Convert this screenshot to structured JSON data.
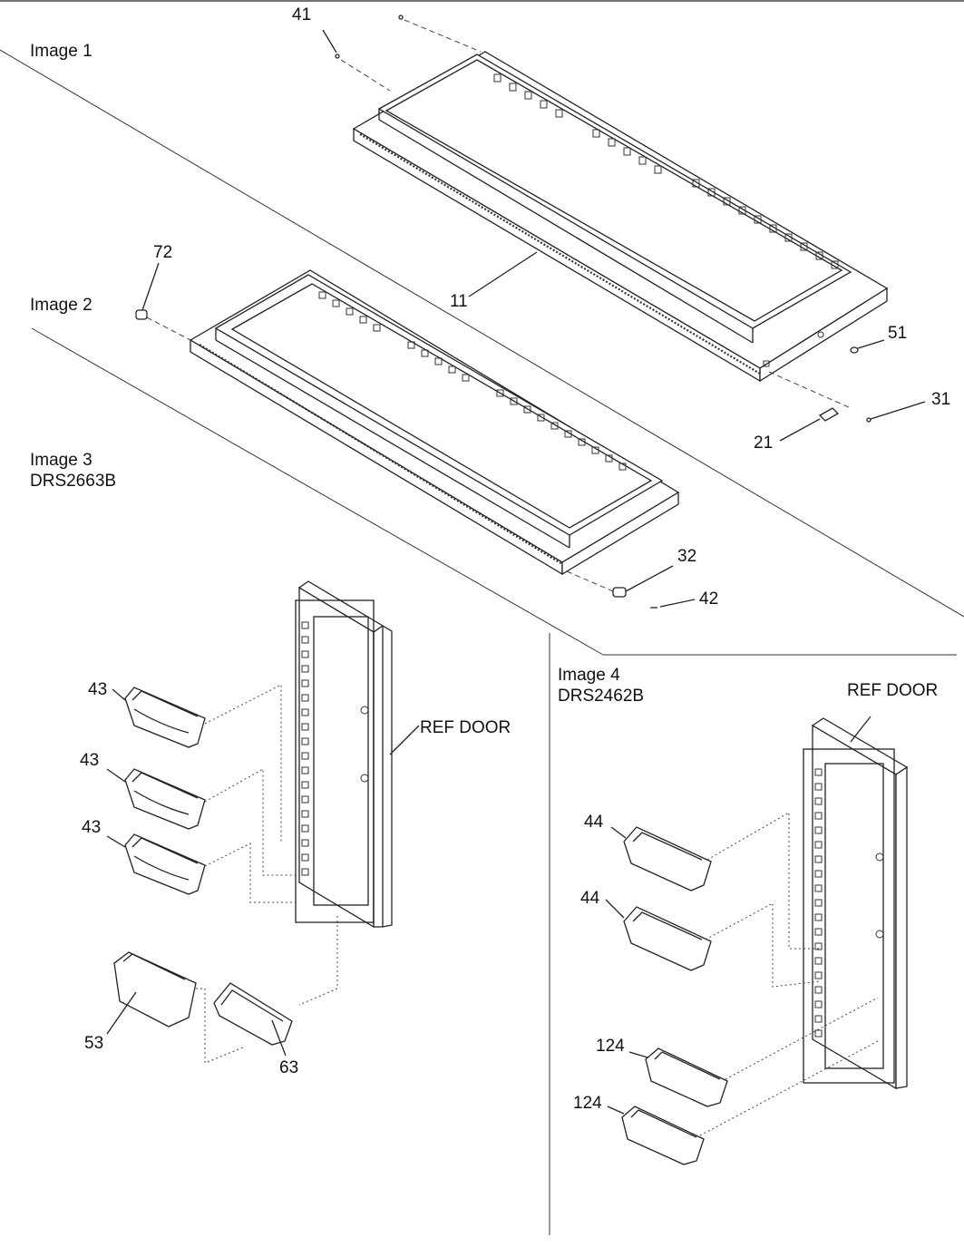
{
  "sections": [
    {
      "id": "image1",
      "title": "Image 1",
      "subtitle": ""
    },
    {
      "id": "image2",
      "title": "Image 2",
      "subtitle": ""
    },
    {
      "id": "image3",
      "title": "Image 3",
      "subtitle": "DRS2663B"
    },
    {
      "id": "image4",
      "title": "Image 4",
      "subtitle": "DRS2462B"
    }
  ],
  "callouts": {
    "p41": "41",
    "p11": "11",
    "p51": "51",
    "p31": "31",
    "p21": "21",
    "p72": "72",
    "p32": "32",
    "p42": "42",
    "p43a": "43",
    "p43b": "43",
    "p43c": "43",
    "p53": "53",
    "p63": "63",
    "p44a": "44",
    "p44b": "44",
    "p124a": "124",
    "p124b": "124"
  },
  "door_labels": {
    "ref_door_left": "REF DOOR",
    "ref_door_right": "REF DOOR"
  }
}
